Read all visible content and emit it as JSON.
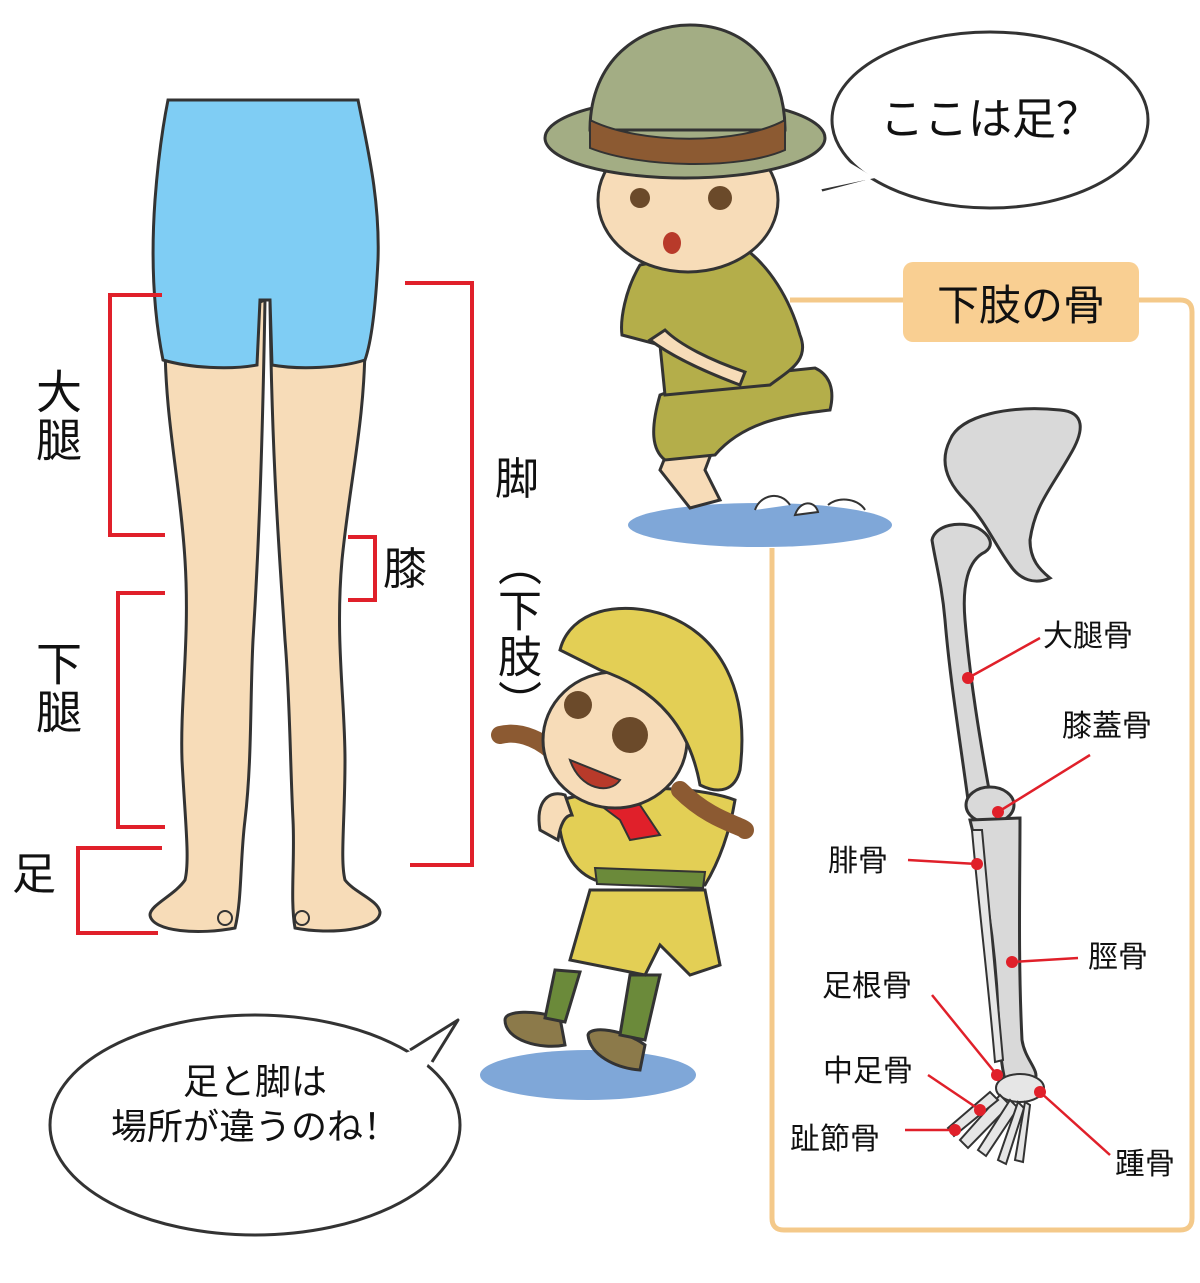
{
  "leg_labels": {
    "thigh": "大腿",
    "knee": "膝",
    "lower_leg": "下腿",
    "foot": "足",
    "leg": "脚",
    "lower_limb": "（下肢）"
  },
  "speech": {
    "boy": "ここは足？",
    "girl_line1": "足と脚は",
    "girl_line2": "場所が違うのね！"
  },
  "bones_panel": {
    "title": "下肢の骨",
    "labels": {
      "femur": "大腿骨",
      "patella": "膝蓋骨",
      "fibula": "腓骨",
      "tibia": "脛骨",
      "tarsals": "足根骨",
      "metatarsals": "中足骨",
      "phalanges": "趾節骨",
      "calcaneus": "踵骨"
    }
  },
  "colors": {
    "bracket_red": "#e0202a",
    "shorts_blue": "#7fcdf4",
    "skin": "#f7dcb8",
    "khaki": "#b4ae4a",
    "panel_border": "#f4c98a",
    "bone_grey": "#d9d9d9",
    "shadow_blue": "#7fa7d8"
  }
}
